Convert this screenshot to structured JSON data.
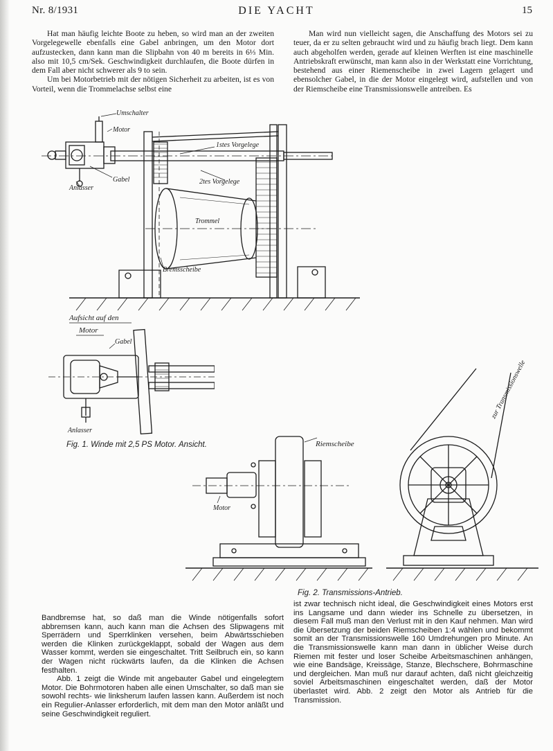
{
  "header": {
    "issue": "Nr. 8/1931",
    "title": "DIE YACHT",
    "page": "15"
  },
  "text": {
    "top_left": [
      "Hat man häufig leichte Boote zu heben, so wird man an der zweiten Vorgelegewelle ebenfalls eine Gabel anbringen, um den Motor dort aufzustecken, dann kann man die Slipbahn von 40 m bereits in 6⅓ Min. also mit 10,5 cm/Sek. Geschwindigkeit durchlaufen, die Boote dürfen in dem Fall aber nicht schwerer als 9 to sein.",
      "Um bei Motorbetrieb mit der nötigen Sicherheit zu arbeiten, ist es von Vorteil, wenn die Trommelachse selbst eine"
    ],
    "top_right": [
      "Man wird nun vielleicht sagen, die Anschaffung des Motors sei zu teuer, da er zu selten gebraucht wird und zu häufig brach liegt. Dem kann auch abgeholfen werden, gerade auf kleinen Werften ist eine maschinelle Antriebskraft erwünscht, man kann also in der Werkstatt eine Vorrichtung, bestehend aus einer Riemenscheibe in zwei Lagern gelagert und ebensolcher Gabel, in die der Motor eingelegt wird, aufstellen und von der Riemscheibe eine Transmissionswelle antreiben. Es"
    ],
    "bottom_left": [
      "Bandbremse hat, so daß man die Winde nötigenfalls sofort abbremsen kann, auch kann man die Achsen des Slipwagens mit Sperrädern und Sperrklinken versehen, beim Abwärtsschieben werden die Klinken zurückgeklappt, sobald der Wagen aus dem Wasser kommt, werden sie eingeschaltet. Tritt Seilbruch ein, so kann der Wagen nicht rückwärts laufen, da die Klinken die Achsen festhalten.",
      "Abb. 1 zeigt die Winde mit angebauter Gabel und eingelegtem Motor. Die Bohrmotoren haben alle einen Umschalter, so daß man sie sowohl rechts- wie linksherum laufen lassen kann. Außerdem ist noch ein Regulier-Anlasser erforderlich, mit dem man den Motor anläßt und seine Geschwindigkeit reguliert."
    ],
    "bottom_right": [
      "ist zwar technisch nicht ideal, die Geschwindigkeit eines Motors erst ins Langsame und dann wieder ins Schnelle zu übersetzen, in diesem Fall muß man den Verlust mit in den Kauf nehmen. Man wird die Übersetzung der beiden Riemscheiben 1:4 wählen und bekommt somit an der Transmissionswelle 160 Umdrehungen pro Minute. An die Transmissionswelle kann man dann in üblicher Weise durch Riemen mit fester und loser Scheibe Arbeitsmaschinen anhängen, wie eine Bandsäge, Kreissäge, Stanze, Blechschere, Bohrmaschine und dergleichen. Man muß nur darauf achten, daß nicht gleichzeitig soviel Arbeitsmaschinen eingeschaltet werden, daß der Motor überlastet wird. Abb. 2 zeigt den Motor als Antrieb für die Transmission."
    ]
  },
  "figures": {
    "fig1_caption": "Fig. 1.  Winde mit 2,5 PS Motor. Ansicht.",
    "fig2_caption": "Fig. 2.  Transmissions-Antrieb.",
    "fig1_labels": {
      "umschalter": "Umschalter",
      "motor": "Motor",
      "gabel": "Gabel",
      "anlasser": "Anlasser",
      "vorgelege1": "1stes Vorgelege",
      "vorgelege2": "2tes Vorgelege",
      "trommel": "Trommel",
      "bremsscheibe": "Bremsscheibe"
    },
    "aufsicht_labels": {
      "title_line1": "Aufsicht auf den",
      "title_line2": "Motor",
      "gabel": "Gabel",
      "anlasser": "Anlasser"
    },
    "fig2_labels": {
      "riemscheibe": "Riemscheibe",
      "motor": "Motor",
      "transmissionswelle": "zur Transmissionswelle"
    }
  }
}
